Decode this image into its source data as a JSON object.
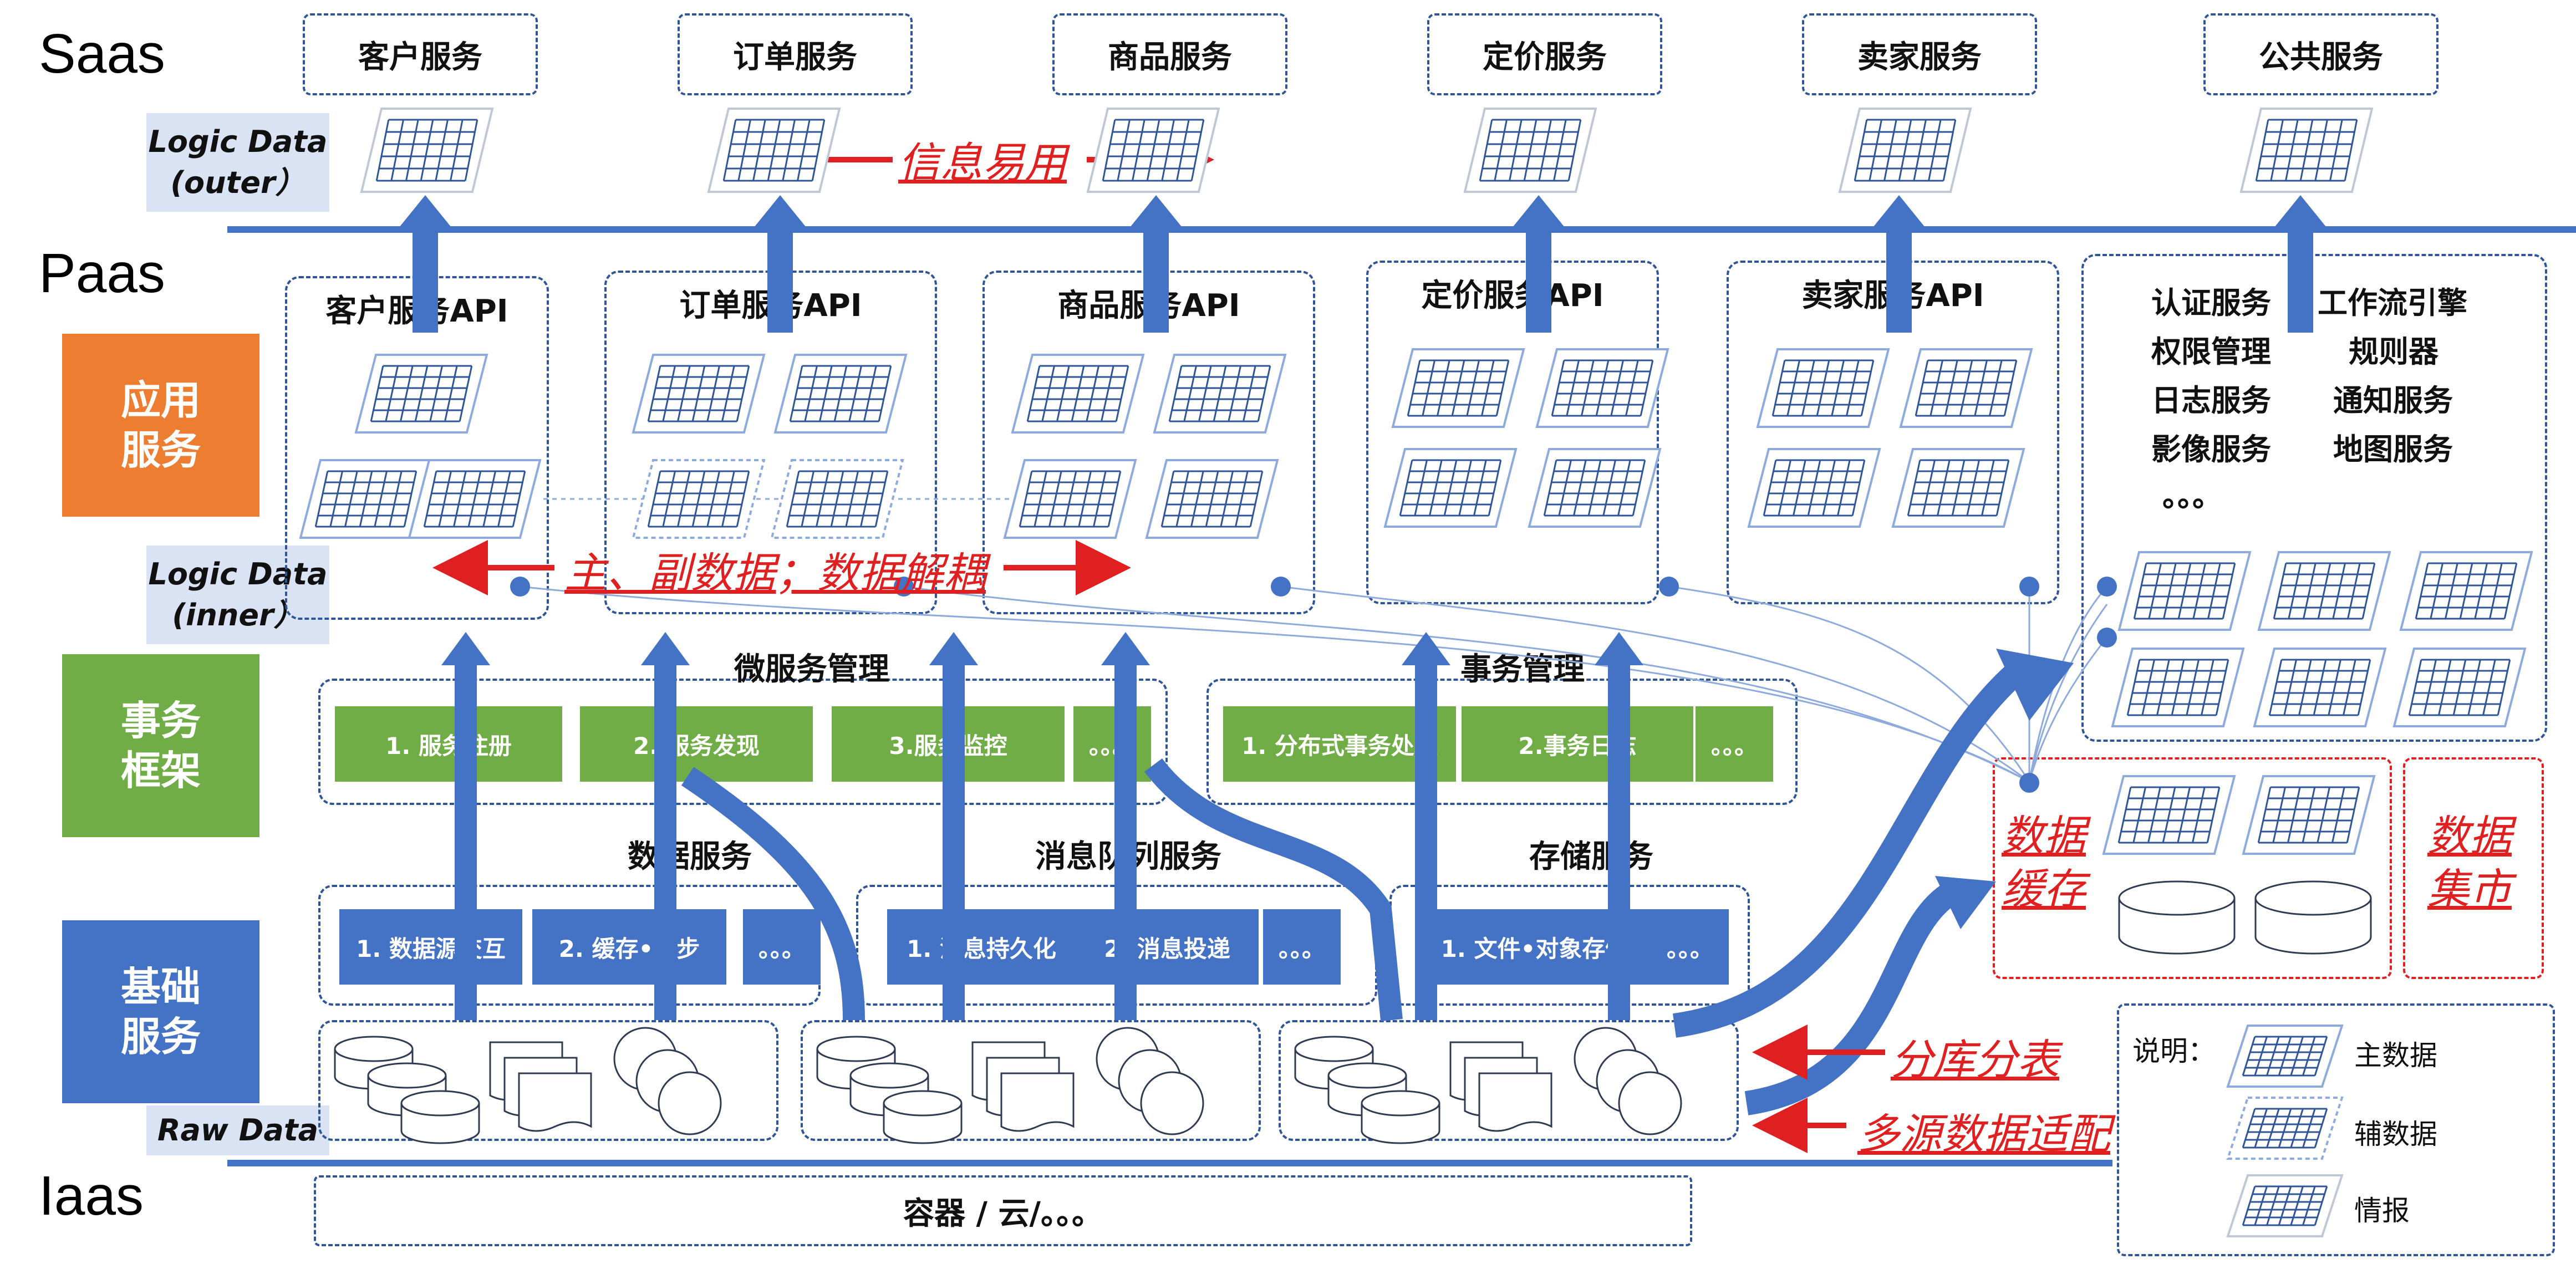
{
  "layers": {
    "saas": "Saas",
    "paas": "Paas",
    "iaas": "Iaas"
  },
  "saas_services": [
    "客户服务",
    "订单服务",
    "商品服务",
    "定价服务",
    "卖家服务",
    "公共服务"
  ],
  "logic_outer": {
    "line1": "Logic Data",
    "line2": "(outer）"
  },
  "logic_inner": {
    "line1": "Logic Data",
    "line2": "(inner）"
  },
  "raw_data": "Raw Data",
  "red_labels": {
    "info_easy": "信息易用",
    "master_slave": "主、副数据；数据解耦",
    "data_cache_1": "数据",
    "data_cache_2": "缓存",
    "data_mart_1": "数据",
    "data_mart_2": "集市",
    "sharding": "分库分表",
    "multi_source": "多源数据适配"
  },
  "api_titles": [
    "客户服务API",
    "订单服务API",
    "商品服务API",
    "定价服务API",
    "卖家服务API"
  ],
  "public_services": [
    [
      "认证服务",
      "工作流引擎"
    ],
    [
      "权限管理",
      "规则器"
    ],
    [
      "日志服务",
      "通知服务"
    ],
    [
      "影像服务",
      "地图服务"
    ],
    [
      "。。。",
      ""
    ]
  ],
  "side_labels": {
    "app_1": "应用",
    "app_2": "服务",
    "tx_1": "事务",
    "tx_2": "框架",
    "base_1": "基础",
    "base_2": "服务"
  },
  "colors": {
    "app": "#ed7d31",
    "tx": "#70ad47",
    "base": "#4472c4",
    "accent_red": "#e02020",
    "line": "#4472c4"
  },
  "microservice": {
    "title": "微服务管理",
    "items": [
      "1. 服务注册",
      "2. 服务发现",
      "3.服务监控",
      "。。。"
    ]
  },
  "transaction": {
    "title": "事务管理",
    "items": [
      "1. 分布式事务处理",
      "2.事务日志",
      "。。。"
    ]
  },
  "data_service": {
    "title": "数据服务",
    "items": [
      "1. 数据源交互",
      "2. 缓存•同步",
      "。。。"
    ]
  },
  "mq_service": {
    "title": "消息队列服务",
    "items": [
      "1. 消息持久化",
      "2. 消息投递",
      "。。。"
    ]
  },
  "storage_service": {
    "title": "存储服务",
    "items": [
      "1. 文件•对象存储",
      "。。。"
    ]
  },
  "iaas_bar": "容器  / 云/。。。",
  "legend": {
    "title": "说明：",
    "master": "主数据",
    "aux": "辅数据",
    "intel": "情报"
  }
}
